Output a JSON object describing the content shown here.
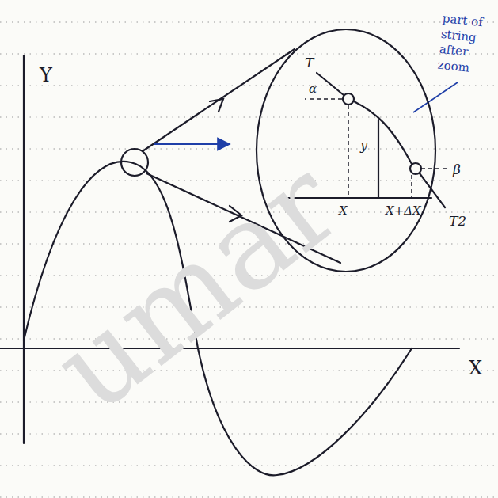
{
  "diagram": {
    "nodes": [
      {
        "text": [
          "T",
          "α",
          "y",
          "X",
          "X+ΔX",
          "β",
          "T2"
        ]
      }
    ],
    "labels": [
      "Y",
      "X",
      "part of string after zoom",
      "umar"
    ]
  }
}
